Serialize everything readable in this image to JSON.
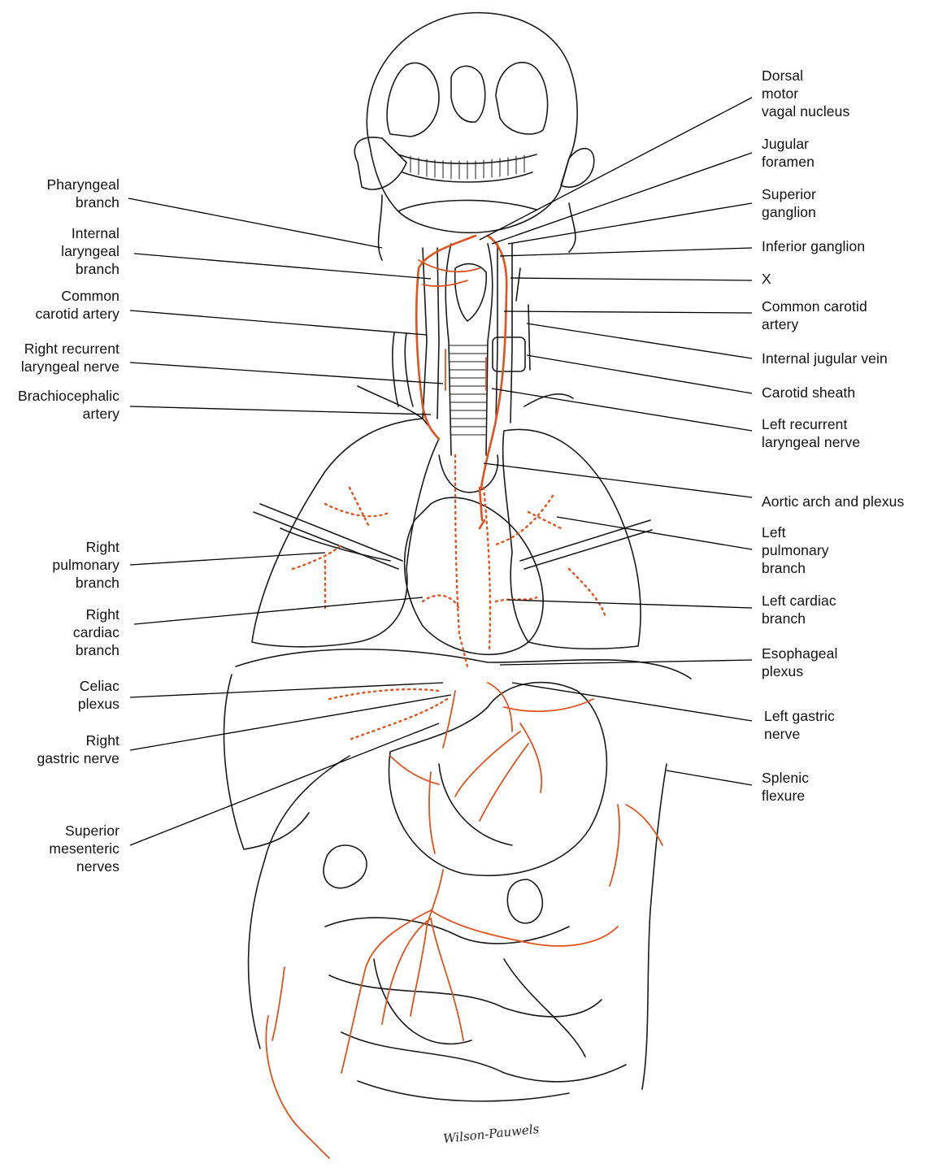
{
  "colors": {
    "nerve": "#e0521e",
    "ink": "#1a1a1a",
    "background": "#ffffff"
  },
  "labels": {
    "pharyngeal_branch": "Pharyngeal\nbranch",
    "internal_laryngeal_branch": "Internal\nlaryngeal\nbranch",
    "common_carotid_artery_right": "Common\ncarotid artery",
    "right_recurrent_laryngeal_nerve": "Right recurrent\nlaryngeal nerve",
    "brachiocephalic_artery": "Brachiocephalic\nartery",
    "right_pulmonary_branch": "Right\npulmonary\nbranch",
    "right_cardiac_branch": "Right\ncardiac\nbranch",
    "celiac_plexus": "Celiac\nplexus",
    "right_gastric_nerve": "Right\ngastric nerve",
    "superior_mesenteric_nerves": "Superior\nmesenteric\nnerves",
    "dorsal_motor_vagal_nucleus": "Dorsal\nmotor\nvagal nucleus",
    "jugular_foramen": "Jugular\nforamen",
    "superior_ganglion": "Superior\nganglion",
    "inferior_ganglion": "Inferior ganglion",
    "vagus_x": "X",
    "common_carotid_artery_left": "Common carotid\nartery",
    "internal_jugular_vein": "Internal jugular vein",
    "carotid_sheath": "Carotid sheath",
    "left_recurrent_laryngeal_nerve": "Left recurrent\nlaryngeal nerve",
    "aortic_arch_and_plexus": "Aortic arch and plexus",
    "left_pulmonary_branch": "Left\npulmonary\nbranch",
    "left_cardiac_branch": "Left cardiac\nbranch",
    "esophageal_plexus": "Esophageal\nplexus",
    "left_gastric_nerve": "Left gastric\nnerve",
    "splenic_flexure": "Splenic\nflexure"
  },
  "signature": "Wilson-Pauwels"
}
